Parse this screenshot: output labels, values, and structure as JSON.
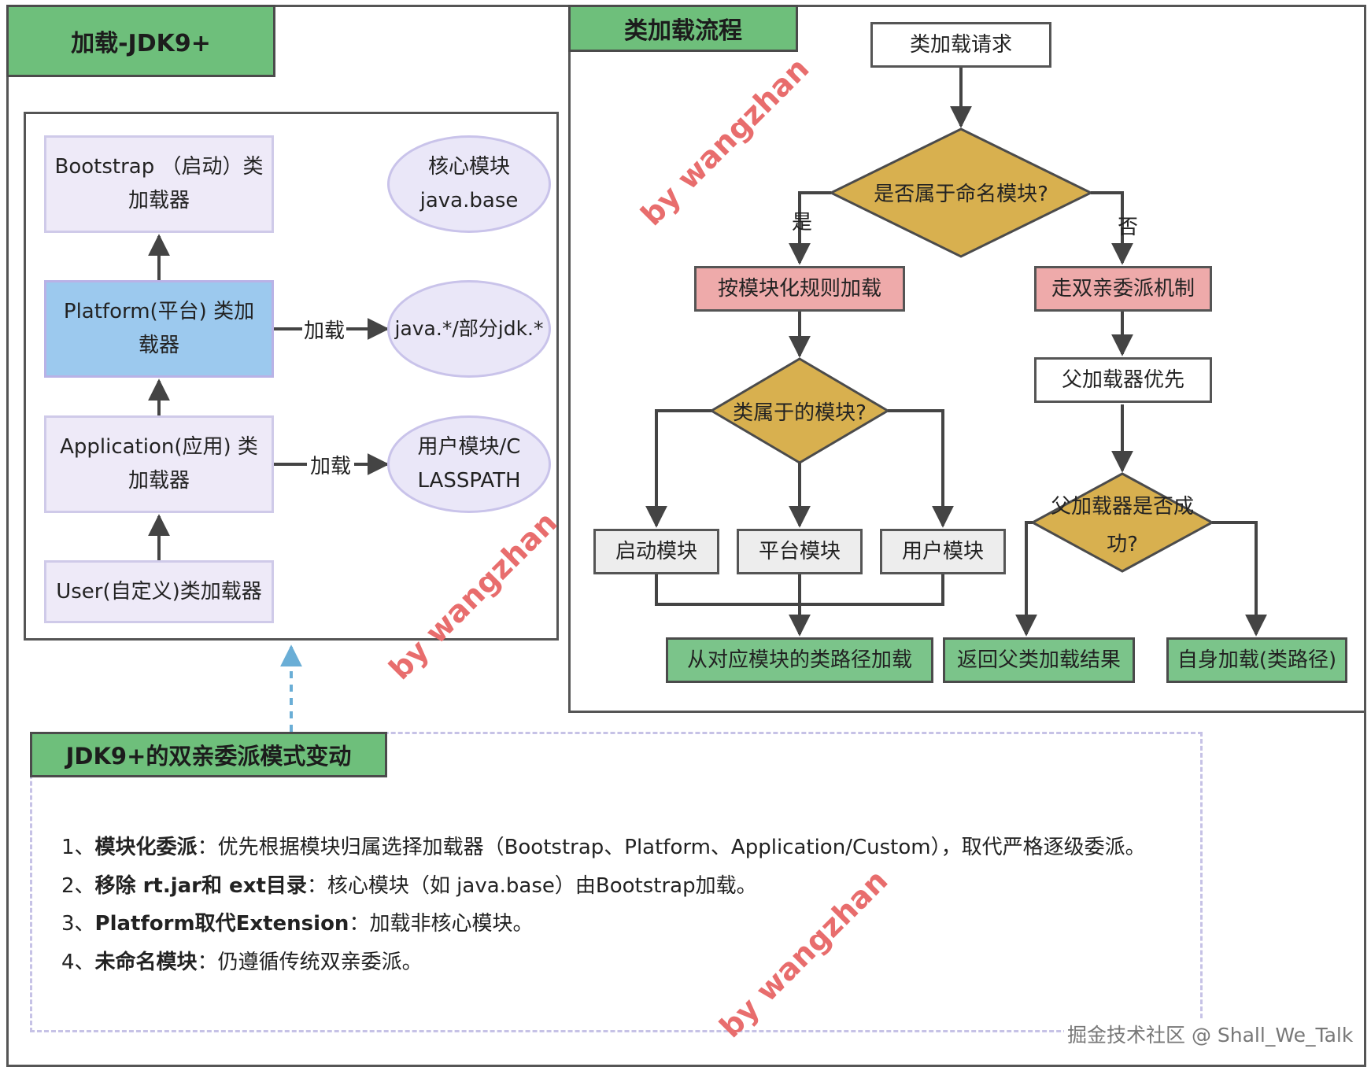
{
  "left_panel": {
    "title": "加载-JDK9+",
    "bootstrap": "Bootstrap （启动）类加载器",
    "platform": "Platform(平台) 类加载器",
    "application": "Application(应用) 类加载器",
    "user": "User(自定义)类加载器",
    "core_module_l1": "核心模块",
    "core_module_l2": "java.base",
    "platform_target": "java.*/部分jdk.*",
    "user_module": "用户模块/CLASSPATH",
    "load_label_1": "加载",
    "load_label_2": "加载"
  },
  "flow_panel": {
    "title": "类加载流程",
    "request": "类加载请求",
    "decision1": "是否属于命名模块?",
    "yes": "是",
    "no": "否",
    "modular_load": "按模块化规则加载",
    "delegation": "走双亲委派机制",
    "decision2": "类属于的模块?",
    "parent_first": "父加载器优先",
    "decision3": "父加载器是否成功?",
    "boot_module": "启动模块",
    "platform_module": "平台模块",
    "user_module": "用户模块",
    "load_from_module": "从对应模块的类路径加载",
    "return_parent": "返回父类加载结果",
    "self_load": "自身加载(类路径)"
  },
  "changes_panel": {
    "title": "JDK9+的双亲委派模式变动",
    "items": [
      {
        "num": "1、",
        "bold": "模块化委派",
        "text": "：优先根据模块归属选择加载器（Bootstrap、Platform、Application/Custom），取代严格逐级委派。"
      },
      {
        "num": "2、",
        "bold": "移除 rt.jar和 ext目录",
        "text": "：核心模块（如 java.base）由Bootstrap加载。"
      },
      {
        "num": "3、",
        "bold": "Platform取代Extension",
        "text": "：加载非核心模块。"
      },
      {
        "num": "4、",
        "bold": "未命名模块",
        "text": "：仍遵循传统双亲委派。"
      }
    ]
  },
  "watermark": "by wangzhan",
  "footer": "掘金技术社区 @ Shall_We_Talk",
  "colors": {
    "tab_green": "#6ebf7b",
    "lavender": "#eeeaf8",
    "platform_blue": "#9cc9ee",
    "decision_gold": "#d8b04f",
    "pink": "#eeaaaa",
    "watermark_red": "#e86d6d",
    "dashed_blue": "#6aaed6"
  }
}
